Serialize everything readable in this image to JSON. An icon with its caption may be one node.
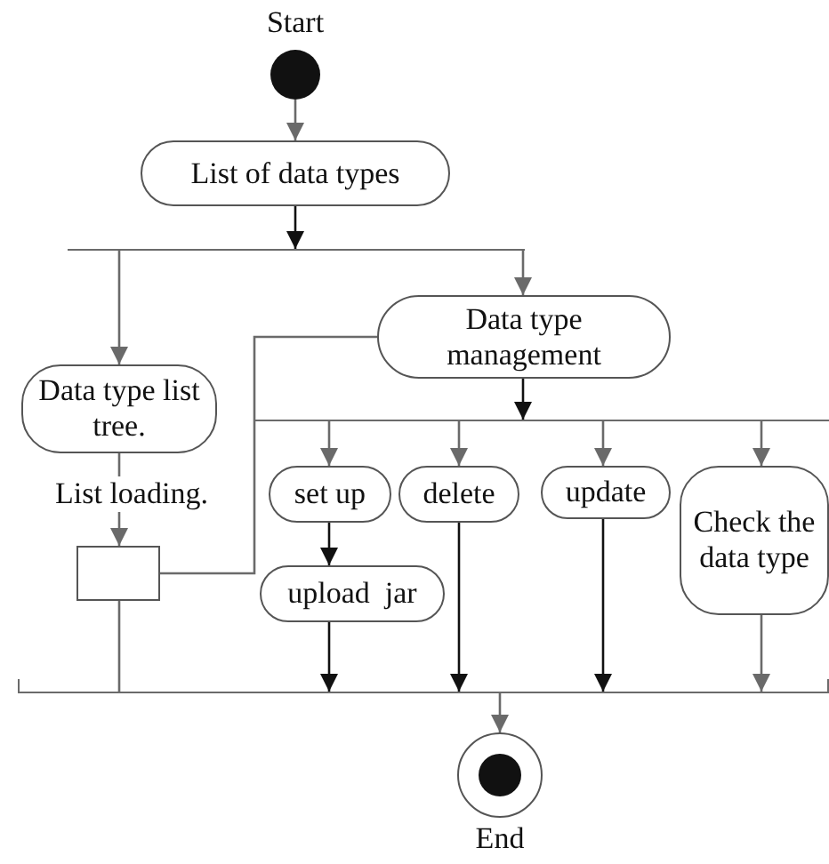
{
  "diagram": {
    "nodes": [
      {
        "text": [],
        "shape": "circle",
        "beside": [
          "Start"
        ]
      },
      {
        "text": [
          "List of data types"
        ]
      },
      {
        "text": [],
        "shape": "bar"
      },
      {
        "text": [
          "Data type list tree."
        ]
      },
      {
        "text": [
          "Data type management"
        ]
      },
      {
        "text": [],
        "shape": "bar"
      },
      {
        "text": [
          "set up"
        ]
      },
      {
        "text": [
          "delete"
        ]
      },
      {
        "text": [
          "update"
        ]
      },
      {
        "text": [
          "Check the data type"
        ]
      },
      {
        "text": [],
        "shape": "box"
      },
      {
        "text": [
          "upload  jar"
        ]
      },
      {
        "text": [],
        "shape": "bar"
      },
      {
        "text": [],
        "shape": "bullseye",
        "beside": [
          "End"
        ]
      }
    ],
    "edges": [
      {
        "from": 0,
        "to": 1,
        "arrow": "to"
      },
      {
        "from": 1,
        "to": 2,
        "arrow": "to",
        "color": "#111111"
      },
      {
        "from": 2,
        "to": 3,
        "arrow": "to"
      },
      {
        "from": 2,
        "to": 4,
        "arrow": "to"
      },
      {
        "from": 4,
        "to": 5,
        "arrow": "to",
        "color": "#111111"
      },
      {
        "from": 5,
        "to": 6,
        "arrow": "to"
      },
      {
        "from": 5,
        "to": 7,
        "arrow": "to"
      },
      {
        "from": 5,
        "to": 8,
        "arrow": "to"
      },
      {
        "from": 5,
        "to": 9,
        "arrow": "to"
      },
      {
        "from": 3,
        "to": 10,
        "arrow": "to",
        "label": "List loading."
      },
      {
        "from": 6,
        "to": 11,
        "arrow": "to",
        "color": "#111111"
      },
      {
        "from": 10,
        "to": 4,
        "arrow": "none"
      },
      {
        "from": 11,
        "to": 12,
        "arrow": "to",
        "color": "#111111"
      },
      {
        "from": 7,
        "to": 12,
        "arrow": "to",
        "color": "#111111"
      },
      {
        "from": 8,
        "to": 12,
        "arrow": "to",
        "color": "#111111"
      },
      {
        "from": 9,
        "to": 12,
        "arrow": "to"
      },
      {
        "from": 10,
        "to": 12,
        "arrow": "none"
      },
      {
        "from": 12,
        "to": 13,
        "arrow": "to"
      }
    ]
  }
}
